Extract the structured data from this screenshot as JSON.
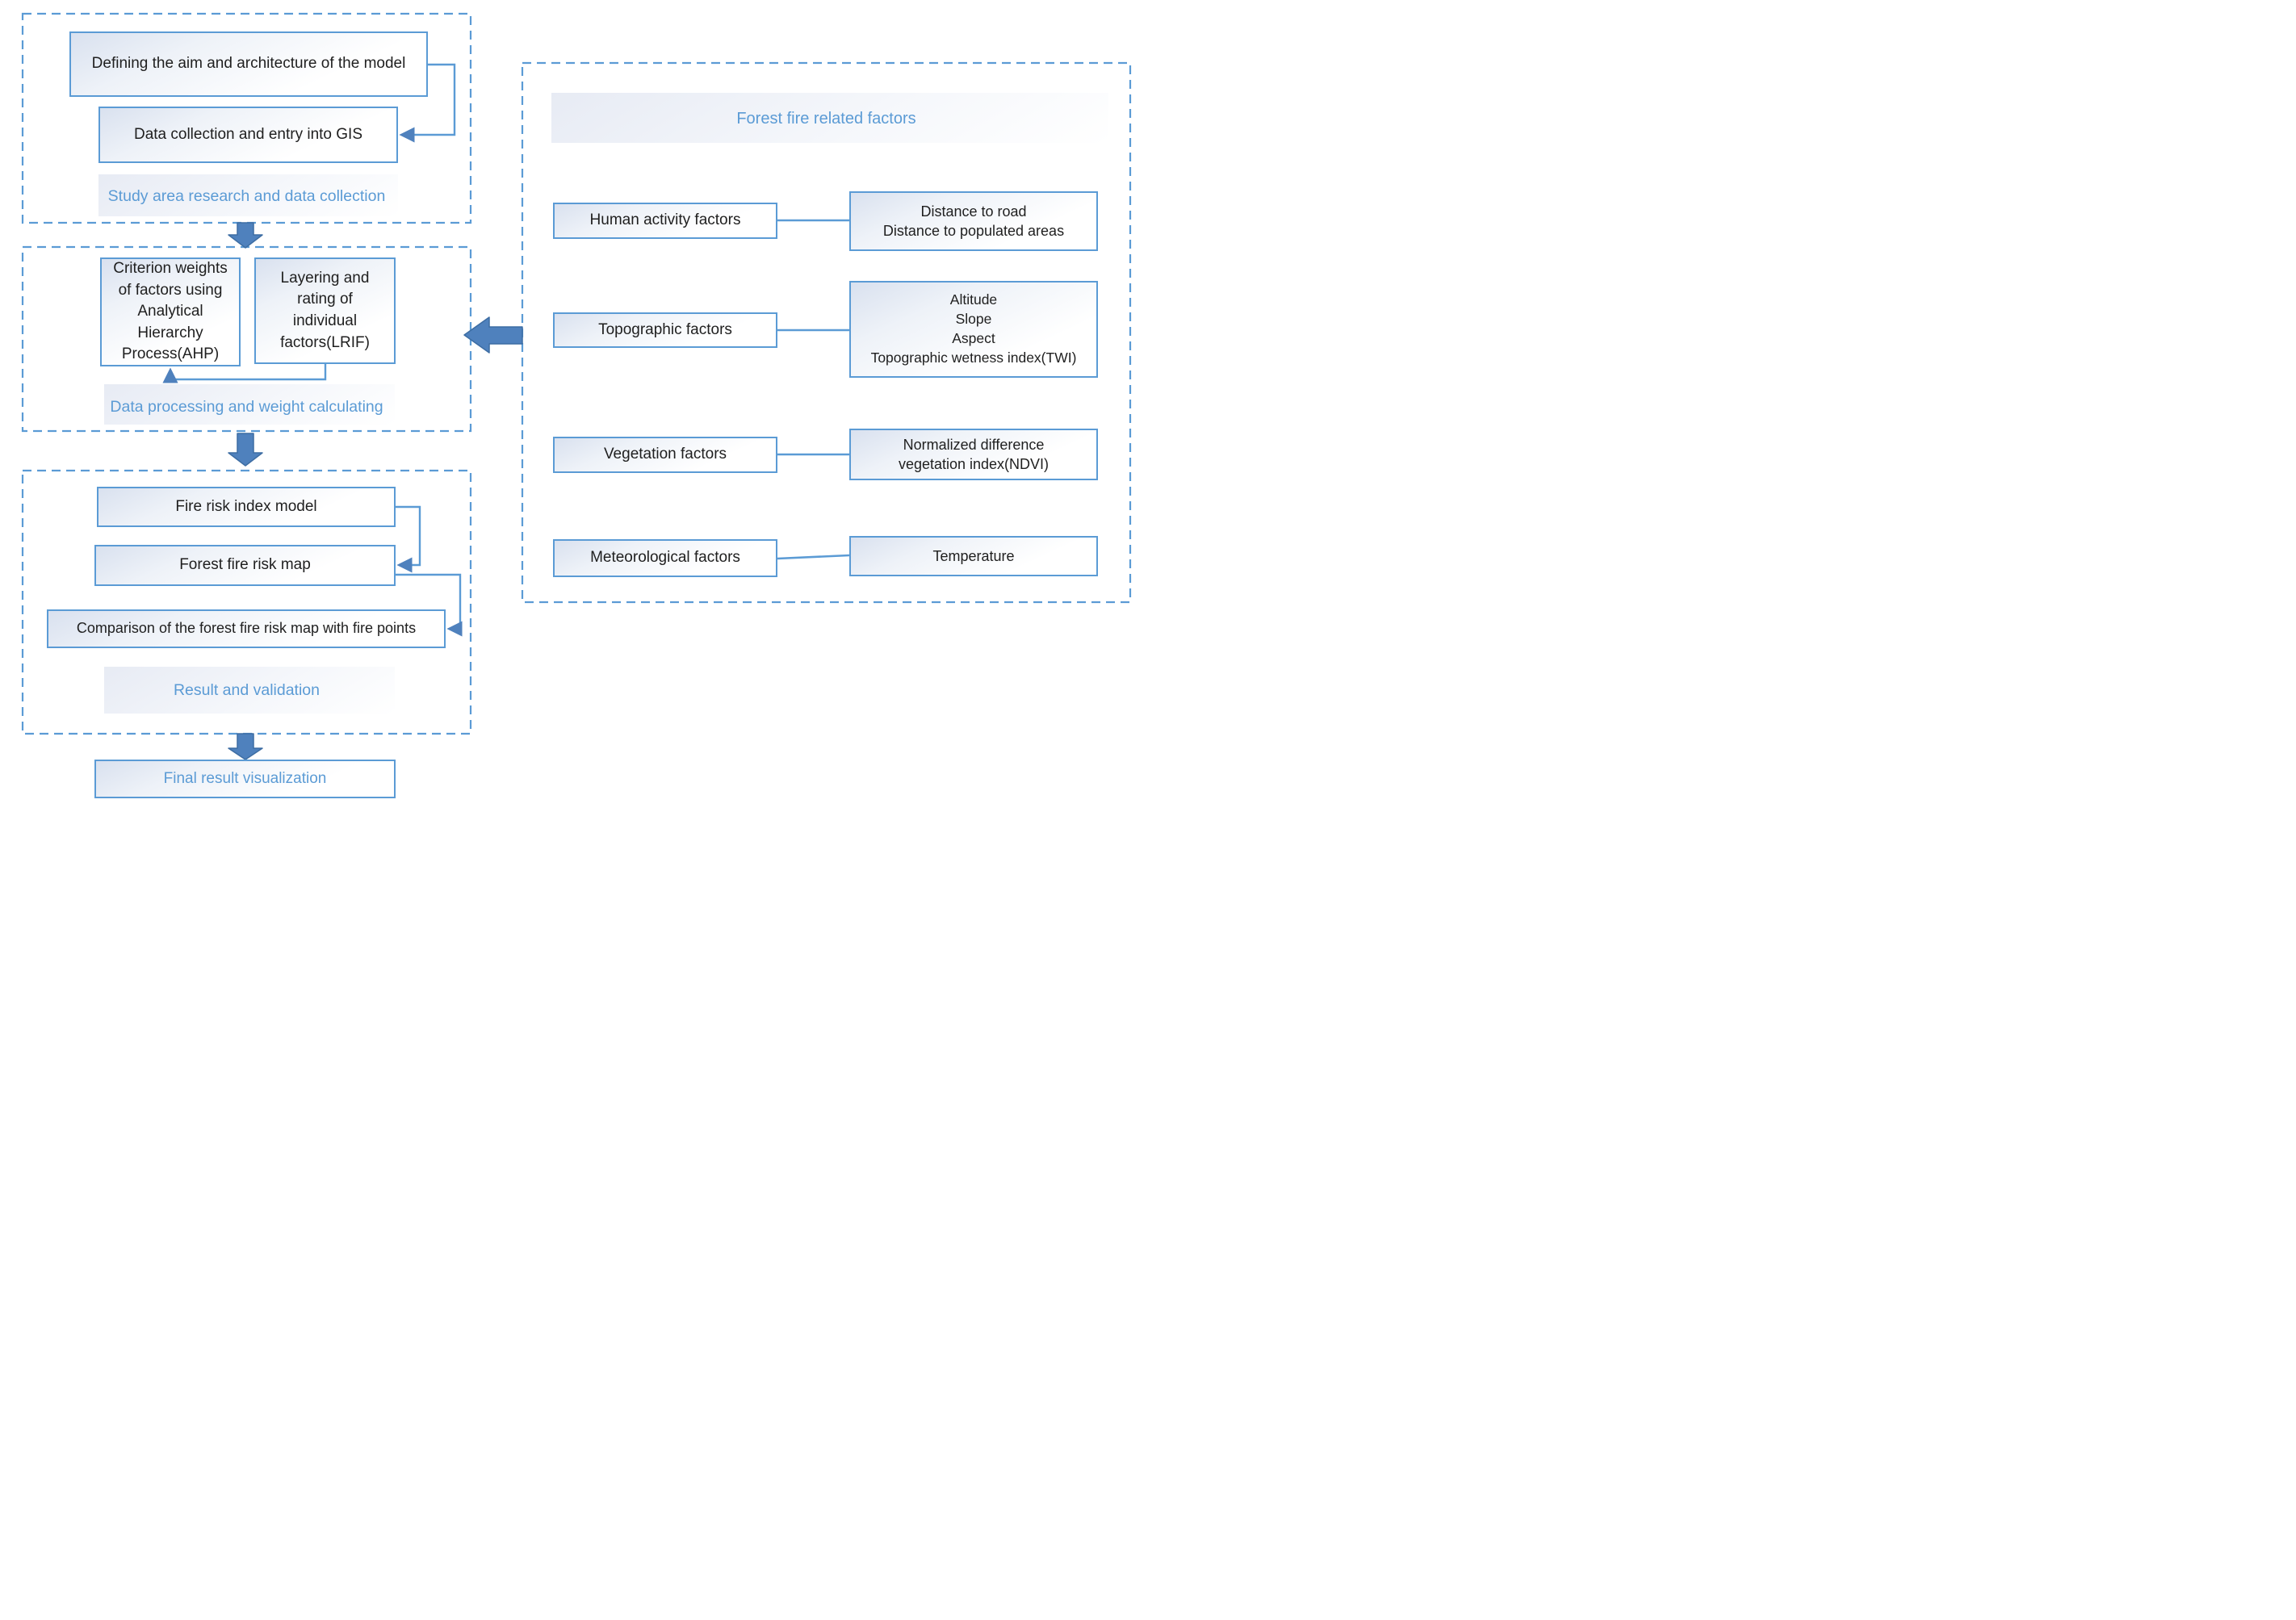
{
  "colors": {
    "accent_blue": "#5b9bd5",
    "arrow_fill": "#4f81bd",
    "text_dark": "#1f1f1f"
  },
  "left": {
    "section1": {
      "box_defining": "Defining the aim and architecture of the model",
      "box_data_collection": "Data collection and entry into GIS",
      "label": "Study area research and data collection"
    },
    "section2": {
      "box_criterion": "Criterion weights\nof factors using\nAnalytical\nHierarchy\nProcess(AHP)",
      "box_layering": "Layering and\nrating of\nindividual\nfactors(LRIF)",
      "label": "Data processing and weight calculating"
    },
    "section3": {
      "box_fire_index": "Fire risk index model",
      "box_fire_map": "Forest fire risk map",
      "box_comparison": "Comparison of the forest fire risk map with fire points",
      "label": "Result and validation"
    },
    "final_box": "Final result visualization"
  },
  "right": {
    "title": "Forest fire related factors",
    "rows": [
      {
        "factor": "Human activity factors",
        "details": "Distance to road\nDistance to populated areas"
      },
      {
        "factor": "Topographic factors",
        "details": "Altitude\nSlope\nAspect\nTopographic wetness index(TWI)"
      },
      {
        "factor": "Vegetation factors",
        "details": "Normalized difference\nvegetation index(NDVI)"
      },
      {
        "factor": "Meteorological factors",
        "details": "Temperature"
      }
    ]
  }
}
